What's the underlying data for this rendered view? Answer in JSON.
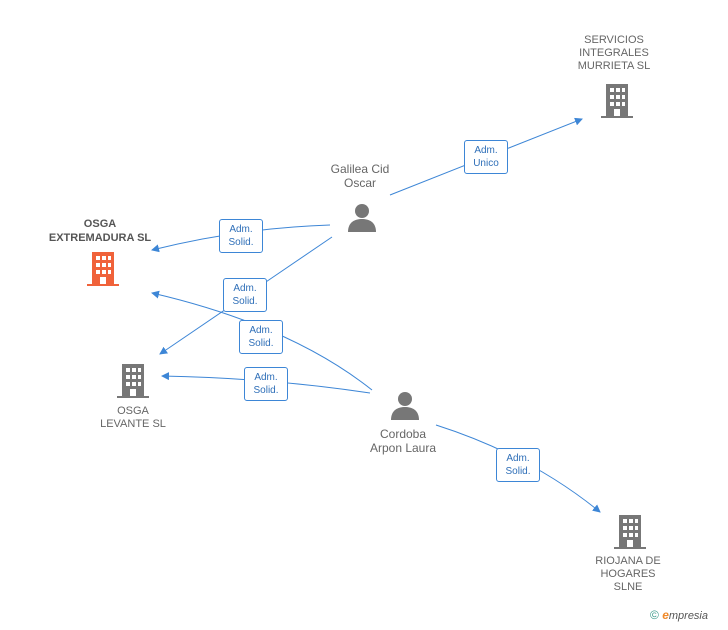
{
  "nodes": {
    "servicios": {
      "label_lines": [
        "SERVICIOS",
        "INTEGRALES",
        "MURRIETA SL"
      ]
    },
    "osga_extremadura": {
      "label_lines": [
        "OSGA",
        "EXTREMADURA SL"
      ]
    },
    "osga_levante": {
      "label_lines": [
        "OSGA",
        "LEVANTE SL"
      ]
    },
    "riojana": {
      "label_lines": [
        "RIOJANA DE",
        "HOGARES",
        "SLNE"
      ]
    },
    "galilea": {
      "label_lines": [
        "Galilea Cid",
        "Oscar"
      ]
    },
    "cordoba": {
      "label_lines": [
        "Cordoba",
        "Arpon Laura"
      ]
    }
  },
  "edges": [
    {
      "from": "galilea",
      "to": "servicios",
      "role": [
        "Adm.",
        "Unico"
      ]
    },
    {
      "from": "galilea",
      "to": "osga_extremadura",
      "role": [
        "Adm.",
        "Solid."
      ]
    },
    {
      "from": "galilea",
      "to": "osga_levante",
      "role": [
        "Adm.",
        "Solid."
      ]
    },
    {
      "from": "cordoba",
      "to": "osga_extremadura",
      "role": [
        "Adm.",
        "Solid."
      ]
    },
    {
      "from": "cordoba",
      "to": "osga_levante",
      "role": [
        "Adm.",
        "Solid."
      ]
    },
    {
      "from": "cordoba",
      "to": "riojana",
      "role": [
        "Adm.",
        "Solid."
      ]
    }
  ],
  "colors": {
    "edge": "#3d86d6",
    "building": "#777777",
    "main_building": "#f0623a",
    "person": "#777777"
  },
  "footer": {
    "copyright": "©",
    "brand_e": "e",
    "brand_rest": "mpresia"
  }
}
